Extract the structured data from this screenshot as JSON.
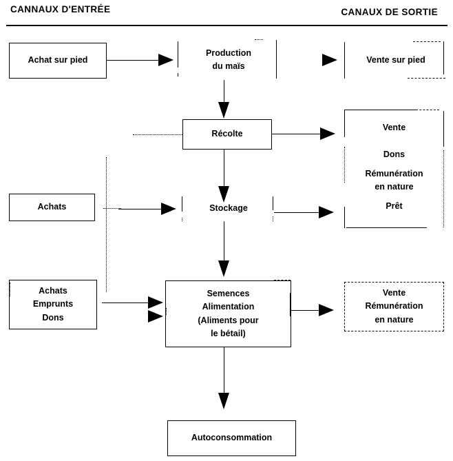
{
  "headers": {
    "left": "CANNAUX D'ENTRÉE",
    "right": "CANAUX DE SORTIE"
  },
  "nodes": {
    "achat_sur_pied": {
      "label": "Achat sur pied"
    },
    "production_mais": {
      "line1": "Production",
      "line2": "du maïs"
    },
    "vente_sur_pied": {
      "label": "Vente sur pied"
    },
    "recolte": {
      "label": "Récolte"
    },
    "achats": {
      "label": "Achats"
    },
    "stockage": {
      "label": "Stockage"
    },
    "sorties_recolte": {
      "line1": "Vente",
      "line2": "Dons",
      "line3": "Rémunération",
      "line4": "en nature",
      "line5": "Prêt"
    },
    "achats_emprunts_dons": {
      "line1": "Achats",
      "line2": "Emprunts",
      "line3": "Dons"
    },
    "semences": {
      "line1": "Semences",
      "line2": "Alimentation",
      "line3": "(Aliments pour",
      "line4": "le bétail)"
    },
    "vente_remuneration": {
      "line1": "Vente",
      "line2": "Rémunération",
      "line3": "en nature"
    },
    "autoconsommation": {
      "label": "Autoconsommation"
    }
  },
  "colors": {
    "ink": "#000000",
    "background": "#ffffff"
  }
}
